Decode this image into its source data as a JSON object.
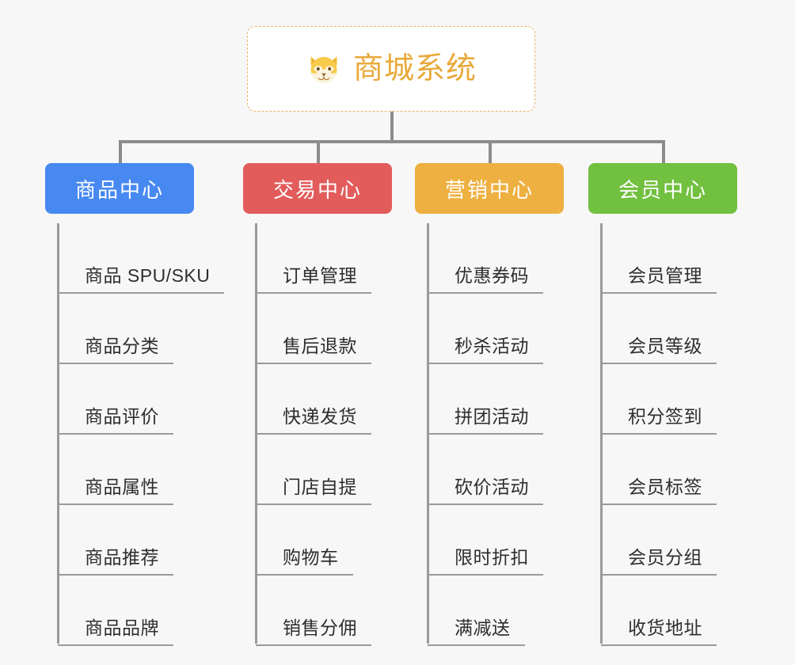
{
  "diagram": {
    "type": "mind-map",
    "background_color": "#f7f7f7",
    "root": {
      "title": "商城系统",
      "icon": "shiba-dog-face-icon",
      "text_color": "#e8a93a",
      "border_color": "#eab464",
      "background_color": "#ffffff"
    },
    "connector_color": "#8c8c8c",
    "branches": [
      {
        "label": "商品中心",
        "color": "#4789f0",
        "items": [
          "商品 SPU/SKU",
          "商品分类",
          "商品评价",
          "商品属性",
          "商品推荐",
          "商品品牌"
        ]
      },
      {
        "label": "交易中心",
        "color": "#e25c5c",
        "items": [
          "订单管理",
          "售后退款",
          "快递发货",
          "门店自提",
          "购物车",
          "销售分佣"
        ]
      },
      {
        "label": "营销中心",
        "color": "#eeb040",
        "items": [
          "优惠券码",
          "秒杀活动",
          "拼团活动",
          "砍价活动",
          "限时折扣",
          "满减送"
        ]
      },
      {
        "label": "会员中心",
        "color": "#72c040",
        "items": [
          "会员管理",
          "会员等级",
          "积分签到",
          "会员标签",
          "会员分组",
          "收货地址"
        ]
      }
    ]
  }
}
